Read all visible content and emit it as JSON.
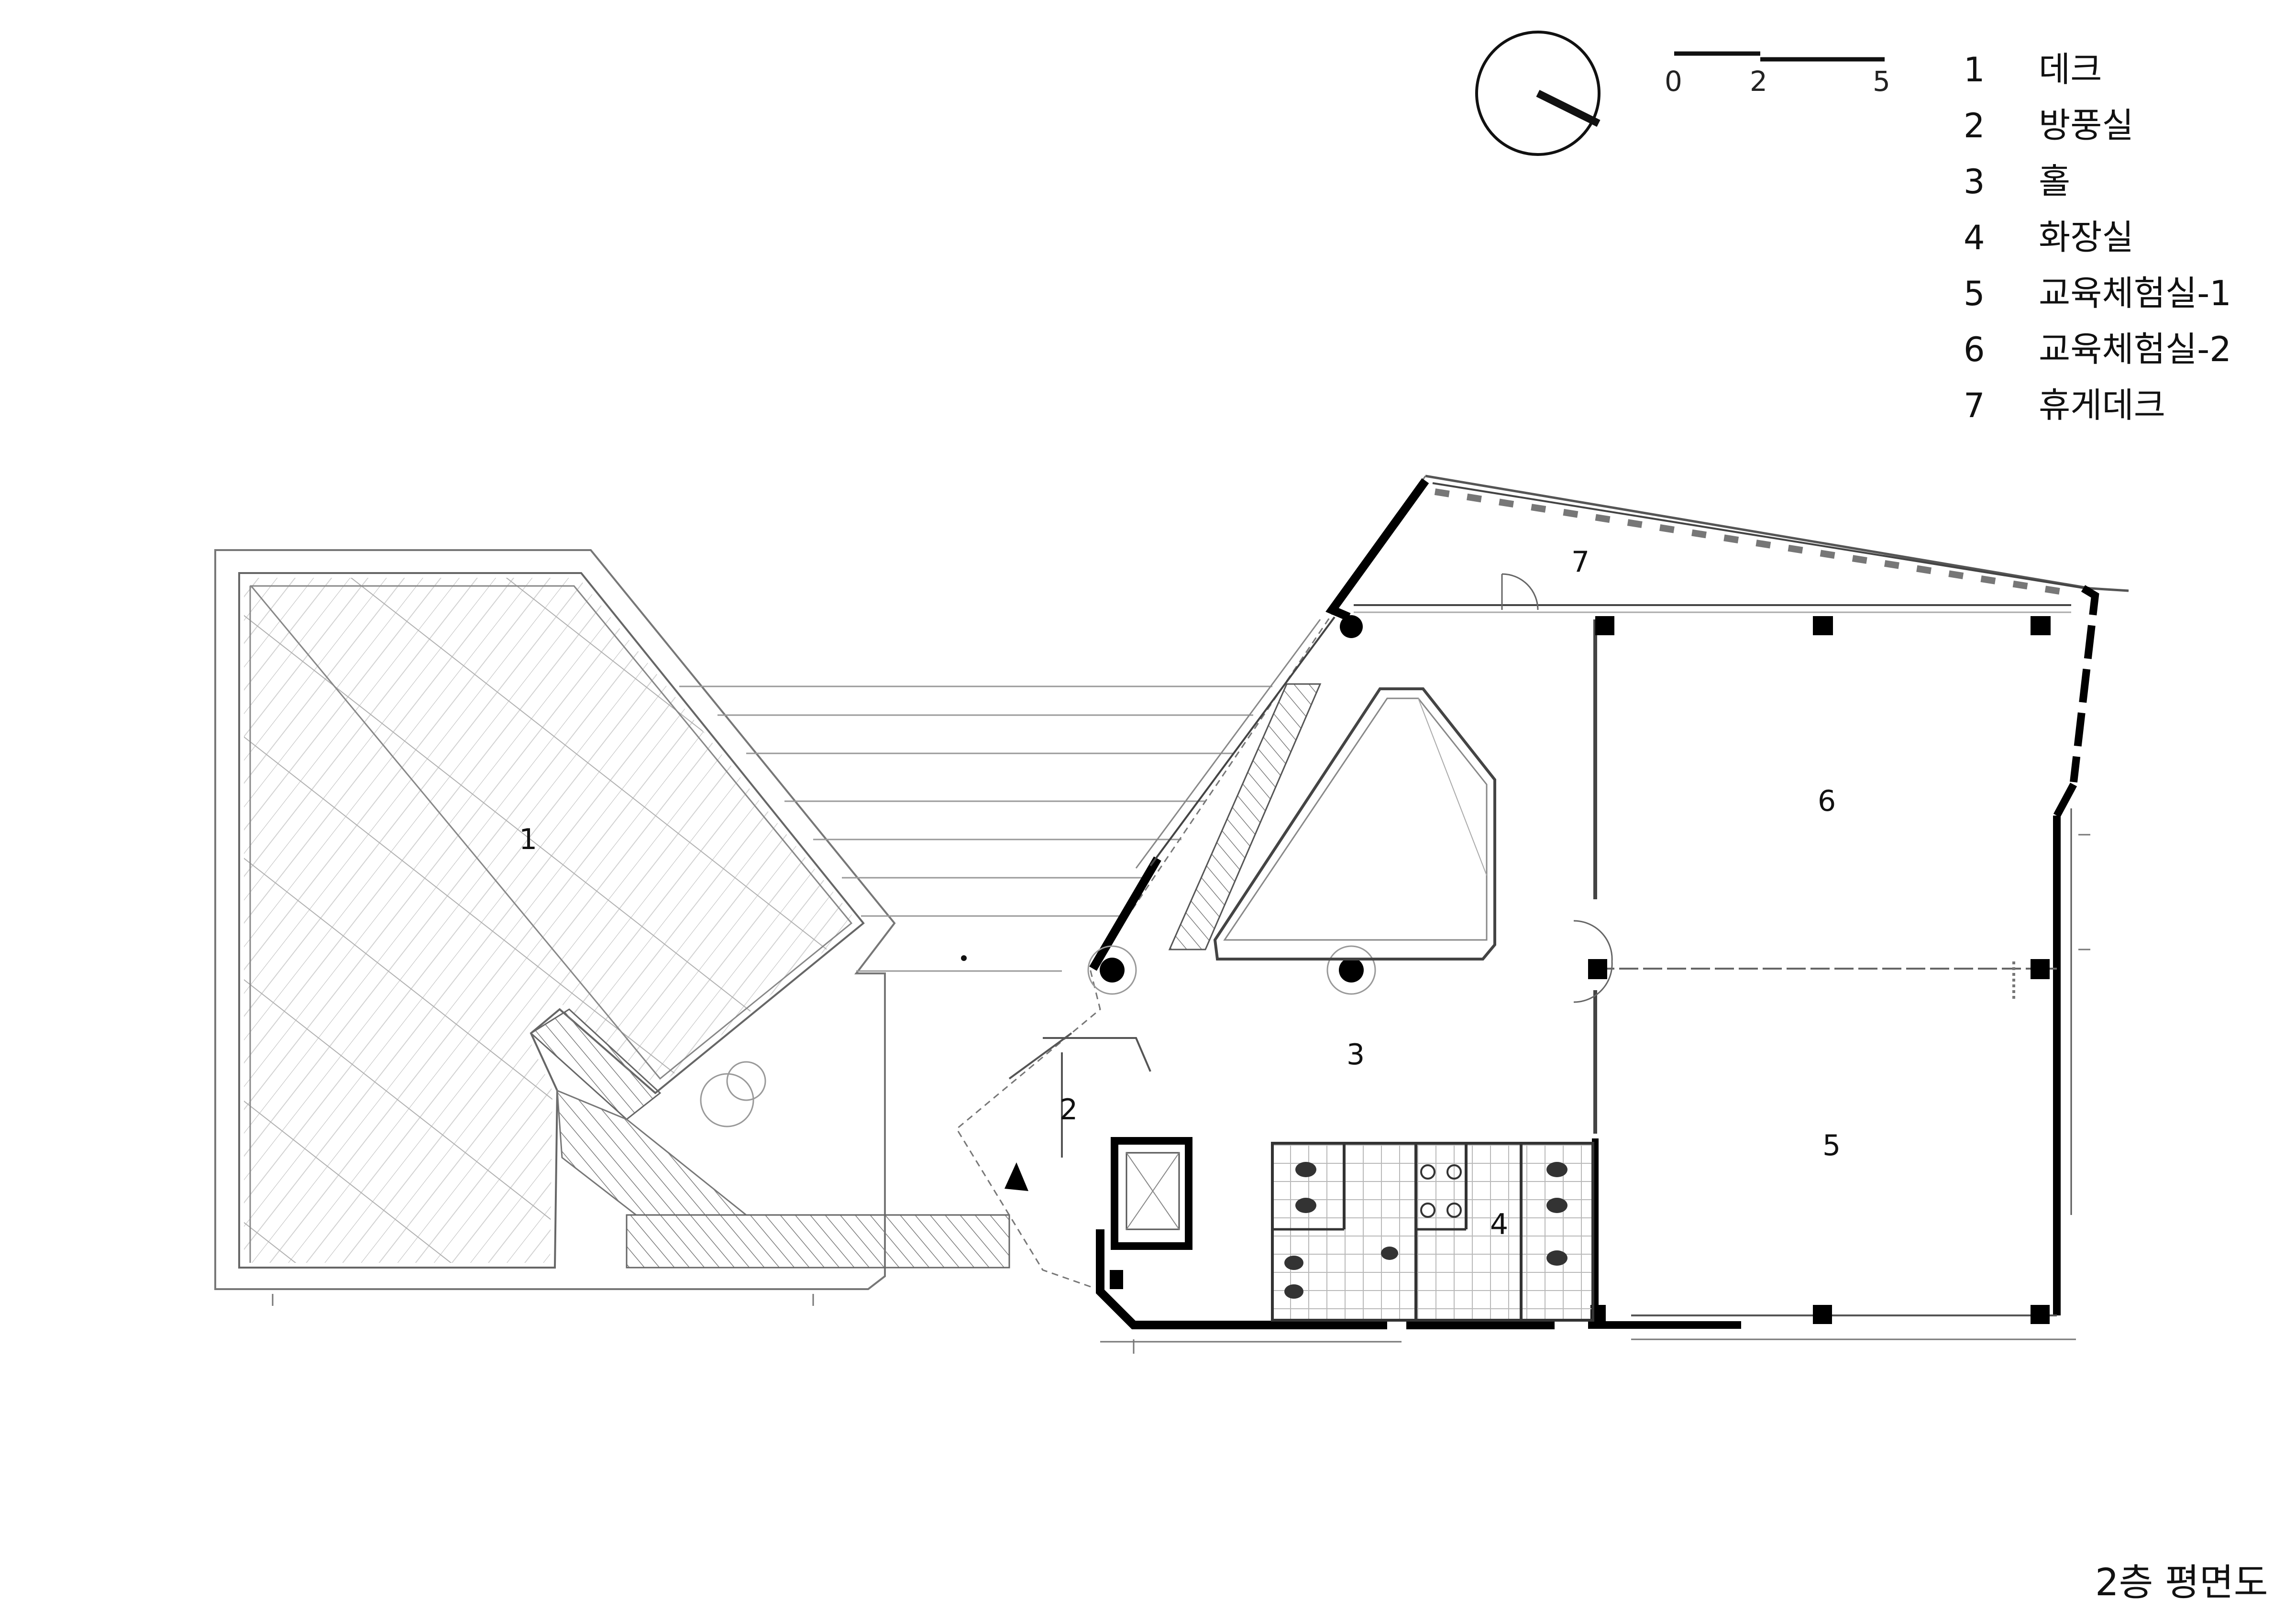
{
  "scale_bar": {
    "ticks": [
      "0",
      "2",
      "5"
    ]
  },
  "legend": [
    {
      "num": "1",
      "name": "데크"
    },
    {
      "num": "2",
      "name": "방풍실"
    },
    {
      "num": "3",
      "name": "홀"
    },
    {
      "num": "4",
      "name": "화장실"
    },
    {
      "num": "5",
      "name": "교육체험실-1"
    },
    {
      "num": "6",
      "name": "교육체험실-2"
    },
    {
      "num": "7",
      "name": "휴게데크"
    }
  ],
  "rooms": [
    "1",
    "2",
    "3",
    "4",
    "5",
    "6",
    "7"
  ],
  "title": "2층 평면도"
}
